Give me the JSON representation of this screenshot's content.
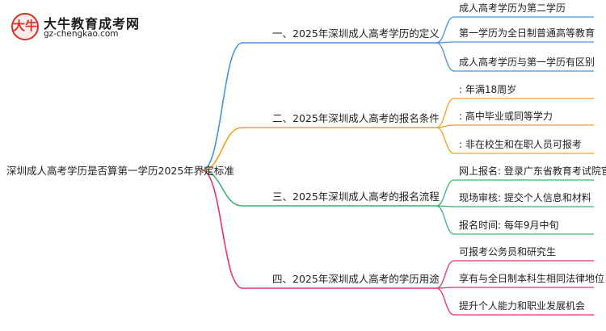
{
  "logo": {
    "title": "大牛教育成考网",
    "url": "gz-chengkao.com",
    "badge_glyph": "大牛",
    "brand_color": "#d93025"
  },
  "root": {
    "label": "深圳成人高考学历是否算第一学历2025年界定标准"
  },
  "branches": [
    {
      "label": "一、2025年深圳成人高考学历的定义",
      "color": "#4a90e2",
      "leaves": [
        "成人高考学历为第二学历",
        "第一学历为全日制普通高等教育",
        "成人高考学历与第一学历有区别"
      ]
    },
    {
      "label": "二、2025年深圳成人高考的报名条件",
      "color": "#f0a020",
      "leaves": [
        ": 年满18周岁",
        ": 高中毕业或同等学力",
        ": 非在校生和在职人员可报考"
      ]
    },
    {
      "label": "三、2025年深圳成人高考的报名流程",
      "color": "#3cb371",
      "leaves": [
        "网上报名: 登录广东省教育考试院官网",
        "现场审核: 提交个人信息和材料",
        "报名时间: 每年9月中旬"
      ]
    },
    {
      "label": "四、2025年深圳成人高考的学历用途",
      "color": "#e8336d",
      "leaves": [
        "可报考公务员和研究生",
        "享有与全日制本科生相同法律地位",
        "提升个人能力和职业发展机会"
      ]
    }
  ]
}
